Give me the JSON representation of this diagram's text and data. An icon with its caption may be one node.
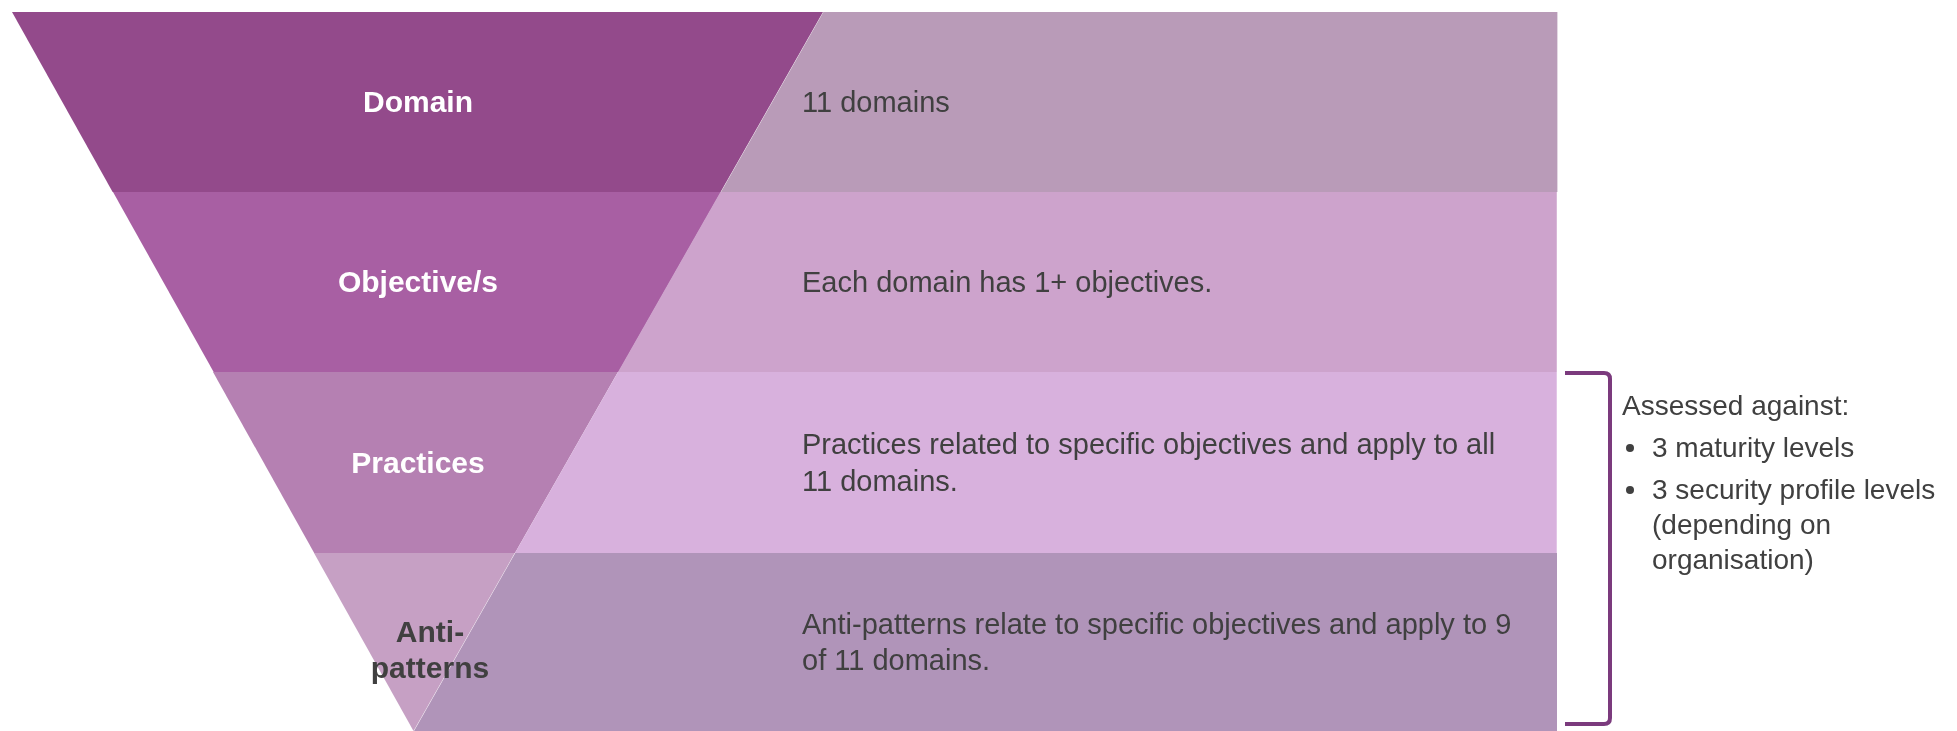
{
  "diagram": {
    "nodes": [
      {
        "text": [
          "Domain"
        ]
      },
      {
        "text": [
          "11 domains"
        ]
      },
      {
        "text": [
          "Objective/s"
        ]
      },
      {
        "text": [
          "Each domain has 1+ objectives."
        ]
      },
      {
        "text": [
          "Practices"
        ]
      },
      {
        "text": [
          "Practices related to specific objectives and apply to all 11 domains."
        ]
      },
      {
        "text": [
          "Anti-patterns"
        ]
      },
      {
        "text": [
          "Anti-patterns relate to specific objectives and apply to 9 of 11 domains."
        ]
      }
    ],
    "labels": [
      "Assessed against:",
      "3 maturity levels",
      "3 security profile levels (depending on organisation)"
    ]
  }
}
